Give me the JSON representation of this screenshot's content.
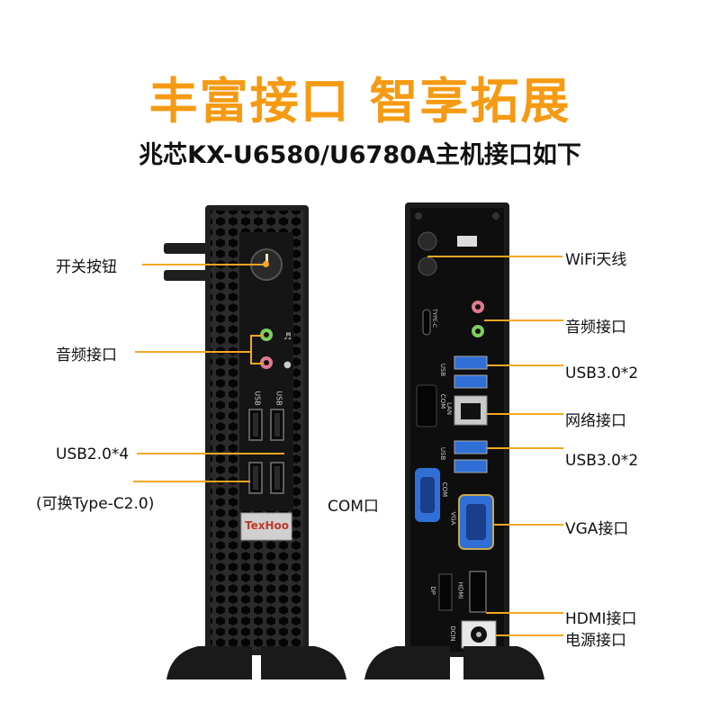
{
  "header": {
    "title": "丰富接口 智享拓展",
    "subtitle": "兆芯KX-U6580/U6780A主机接口如下"
  },
  "front_labels": {
    "power_button": "开关按钮",
    "audio": "音频接口",
    "usb2": "USB2.0*4",
    "usb2_note": "(可换Type-C2.0)"
  },
  "rear_labels": {
    "wifi": "WiFi天线",
    "audio": "音频接口",
    "usb3_top": "USB3.0*2",
    "lan": "网络接口",
    "usb3_bottom": "USB3.0*2",
    "com": "COM口",
    "vga": "VGA接口",
    "hdmi": "HDMI接口",
    "power": "电源接口"
  },
  "device_text": {
    "brand": "TexHoo",
    "usb": "USB",
    "type_c": "TYPE-C",
    "com": "COM",
    "lan": "LAN",
    "vga": "VGA",
    "dp": "DP",
    "hdmi": "HDMI",
    "dcin": "DCIN"
  },
  "colors": {
    "accent": "#f59a12",
    "usb3_blue": "#2f6fd6",
    "audio_green": "#7ccf5a",
    "audio_pink": "#e07a8f",
    "chassis": "#1a1a1a"
  }
}
